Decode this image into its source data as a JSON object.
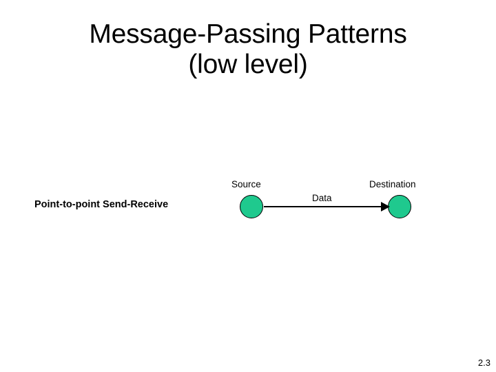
{
  "slide": {
    "background_color": "#ffffff",
    "title": {
      "lines": [
        "Message-Passing Patterns",
        "(low level)"
      ]
    },
    "page_number": "2.3"
  },
  "diagram": {
    "type": "message-passing-pattern",
    "pattern_label": "Point-to-point Send-Receive",
    "node_fill_color": "#1FC98E",
    "node_stroke_color": "#000000",
    "arrow_color": "#000000",
    "nodes": [
      {
        "id": "source",
        "label": "Source"
      },
      {
        "id": "destination",
        "label": "Destination"
      }
    ],
    "edges": [
      {
        "from": "source",
        "to": "destination",
        "label": "Data"
      }
    ]
  }
}
